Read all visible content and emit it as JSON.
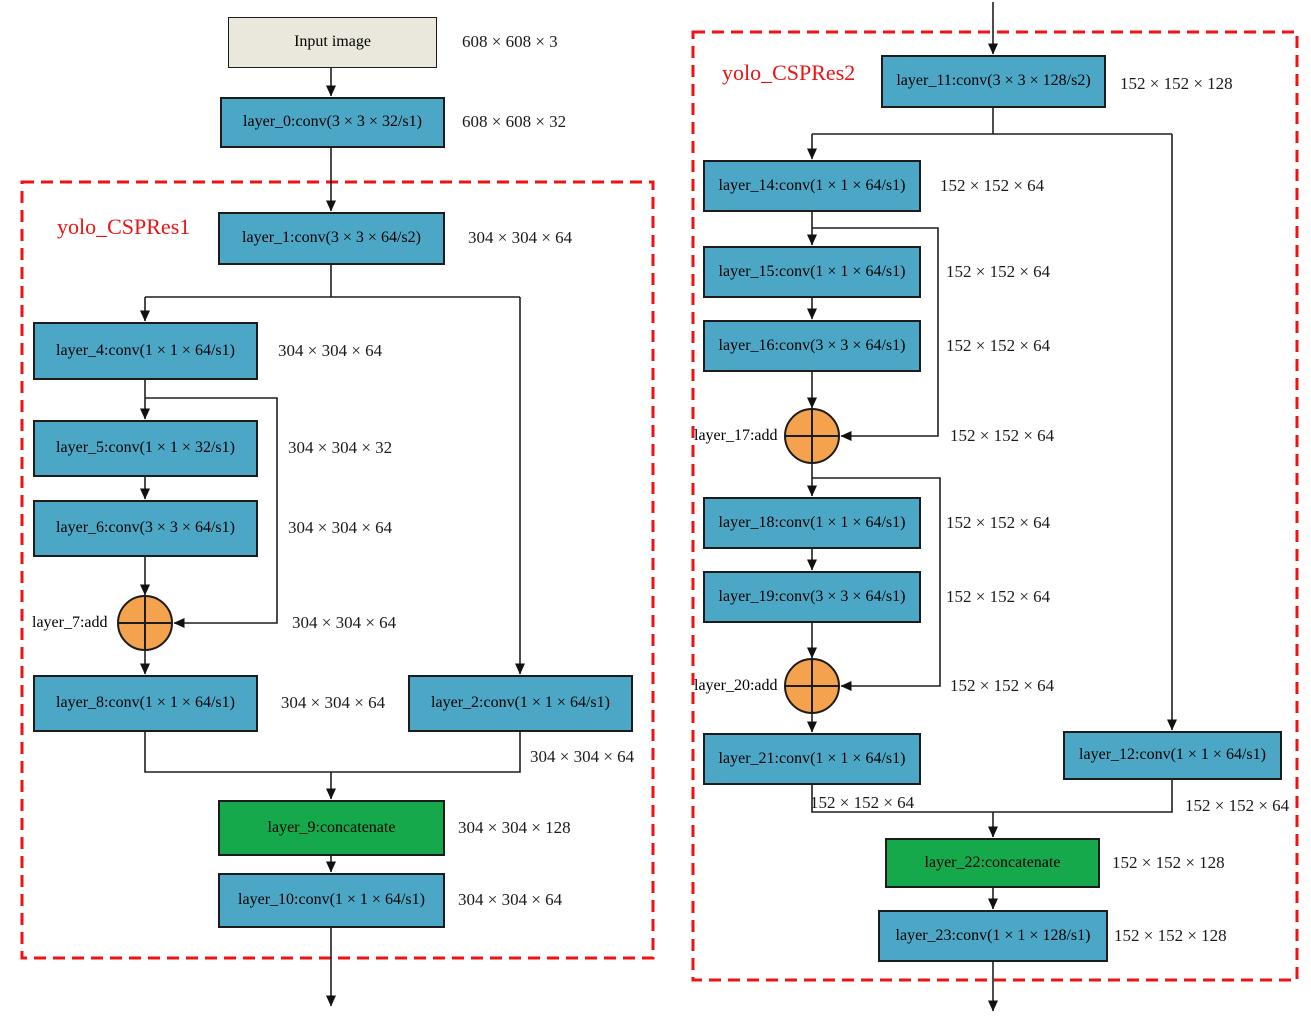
{
  "figure": {
    "groups": {
      "g1": {
        "label": "yolo_CSPRes1"
      },
      "g2": {
        "label": "yolo_CSPRes2"
      }
    },
    "nodes": {
      "input": {
        "label": "Input image",
        "dim": "608 × 608 × 3"
      },
      "l0": {
        "label": "layer_0:conv(3 × 3 × 32/s1)",
        "dim": "608 × 608 × 32"
      },
      "l1": {
        "label": "layer_1:conv(3 × 3 × 64/s2)",
        "dim": "304 × 304 × 64"
      },
      "l4": {
        "label": "layer_4:conv(1 × 1 × 64/s1)",
        "dim": "304 × 304 × 64"
      },
      "l5": {
        "label": "layer_5:conv(1 × 1 × 32/s1)",
        "dim": "304 × 304 × 32"
      },
      "l6": {
        "label": "layer_6:conv(3 × 3 × 64/s1)",
        "dim": "304 × 304 × 64"
      },
      "add7": {
        "label": "layer_7:add",
        "dim": "304 × 304 × 64"
      },
      "l8": {
        "label": "layer_8:conv(1 × 1 × 64/s1)",
        "dim": "304 × 304 × 64"
      },
      "l2": {
        "label": "layer_2:conv(1 × 1 × 64/s1)",
        "dim": "304 × 304 × 64"
      },
      "l9": {
        "label": "layer_9:concatenate",
        "dim": "304 × 304 × 128"
      },
      "l10": {
        "label": "layer_10:conv(1 × 1 × 64/s1)",
        "dim": "304 × 304 × 64"
      },
      "l11": {
        "label": "layer_11:conv(3 × 3 × 128/s2)",
        "dim": "152 × 152 × 128"
      },
      "l14": {
        "label": "layer_14:conv(1 × 1 × 64/s1)",
        "dim": "152 × 152 × 64"
      },
      "l15": {
        "label": "layer_15:conv(1 × 1 × 64/s1)",
        "dim": "152 × 152 × 64"
      },
      "l16": {
        "label": "layer_16:conv(3 × 3 × 64/s1)",
        "dim": "152 × 152 × 64"
      },
      "add17": {
        "label": "layer_17:add",
        "dim": "152 × 152 × 64"
      },
      "l18": {
        "label": "layer_18:conv(1 × 1 × 64/s1)",
        "dim": "152 × 152 × 64"
      },
      "l19": {
        "label": "layer_19:conv(3 × 3 × 64/s1)",
        "dim": "152 × 152 × 64"
      },
      "add20": {
        "label": "layer_20:add",
        "dim": "152 × 152 × 64"
      },
      "l21": {
        "label": "layer_21:conv(1 × 1 × 64/s1)",
        "dim": "152 × 152 × 64"
      },
      "l12": {
        "label": "layer_12:conv(1 × 1 × 64/s1)",
        "dim": "152 × 152 × 64"
      },
      "l22": {
        "label": "layer_22:concatenate",
        "dim": "152 × 152 × 128"
      },
      "l23": {
        "label": "layer_23:conv(1 × 1 × 128/s1)",
        "dim": "152 × 152 × 128"
      }
    },
    "colors": {
      "conv_fill": "#4ba7c5",
      "concat_fill": "#16a94c",
      "add_fill": "#f4a24e",
      "input_fill": "#eae7dc",
      "group_border": "#ee1212",
      "edge": "#1f1f1f"
    }
  }
}
